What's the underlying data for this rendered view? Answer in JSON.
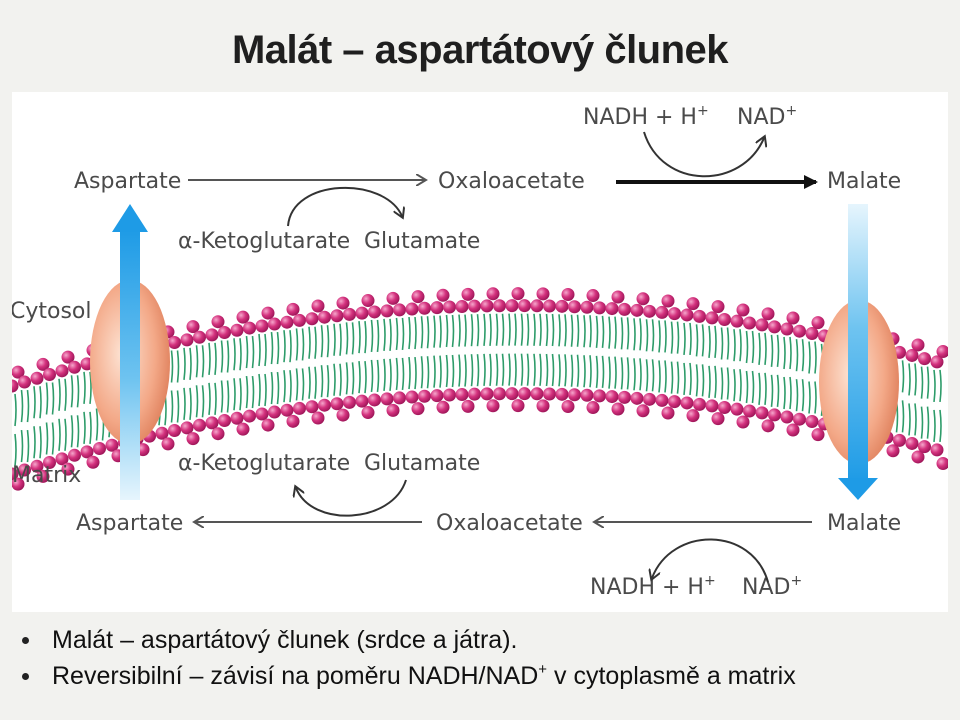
{
  "slide": {
    "title": "Malát – aspartátový člunek"
  },
  "diagram": {
    "compartments": {
      "cytosol": "Cytosol",
      "matrix": "Matrix"
    },
    "cytosol_row": {
      "aspartate": "Aspartate",
      "oxaloacetate": "Oxaloacetate",
      "malate": "Malate",
      "ketoglutarate": "α-Ketoglutarate",
      "glutamate": "Glutamate",
      "nadh": "NADH + H",
      "nadh_sup": "+",
      "nad": "NAD",
      "nad_sup": "+"
    },
    "matrix_row": {
      "aspartate": "Aspartate",
      "oxaloacetate": "Oxaloacetate",
      "malate": "Malate",
      "ketoglutarate": "α-Ketoglutarate",
      "glutamate": "Glutamate",
      "nadh": "NADH + H",
      "nadh_sup": "+",
      "nad": "NAD",
      "nad_sup": "+"
    },
    "colors": {
      "head_group": "#d4327e",
      "tail": "#2e9c6a",
      "transporter": "#f0a07c",
      "blue_arrow": "#27a2e6",
      "black_arrow": "#111111"
    }
  },
  "bullets": {
    "b1": "Malát – aspartátový člunek (srdce a játra).",
    "b2_pre": "Reversibilní – závisí na poměru NADH/NAD",
    "b2_sup": "+",
    "b2_post": " v cytoplasmě a matrix"
  }
}
